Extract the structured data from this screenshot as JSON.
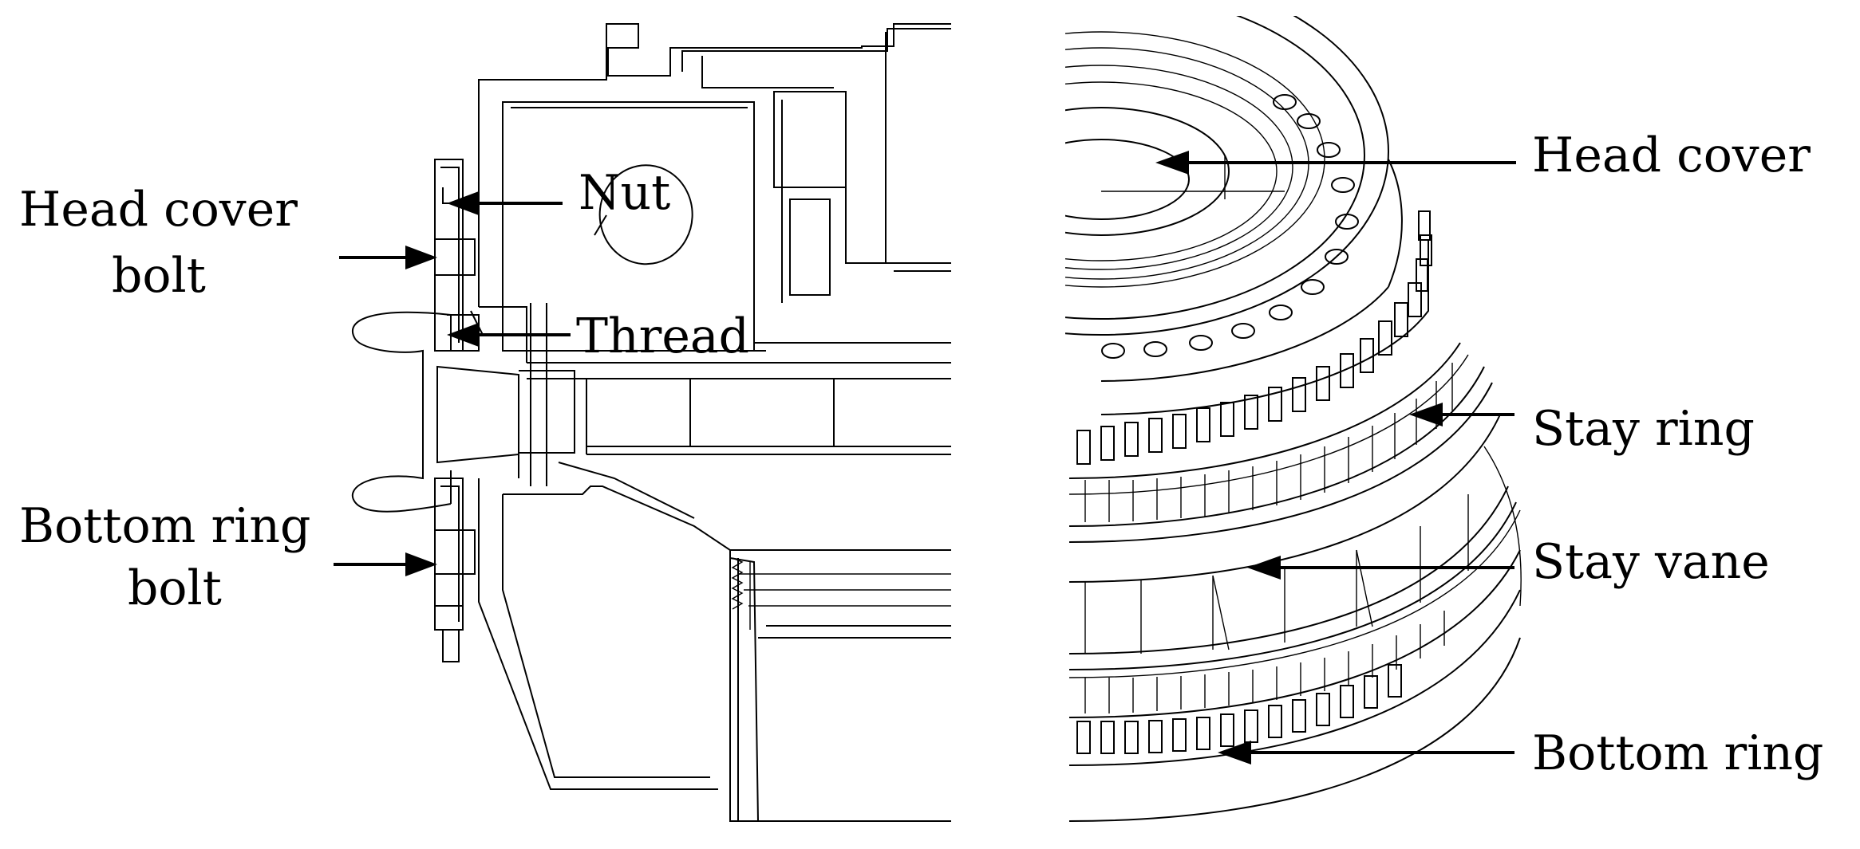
{
  "section_view": {
    "labels": {
      "head_cover_bolt_line1": "Head cover",
      "head_cover_bolt_line2": "bolt",
      "nut": "Nut",
      "thread": "Thread",
      "bottom_ring_bolt_line1": "Bottom ring",
      "bottom_ring_bolt_line2": "bolt"
    }
  },
  "assembly_view": {
    "labels": {
      "head_cover": "Head cover",
      "stay_ring": "Stay ring",
      "stay_vane": "Stay vane",
      "bottom_ring": "Bottom ring"
    }
  },
  "colors": {
    "line": "#000000",
    "background": "#ffffff"
  }
}
